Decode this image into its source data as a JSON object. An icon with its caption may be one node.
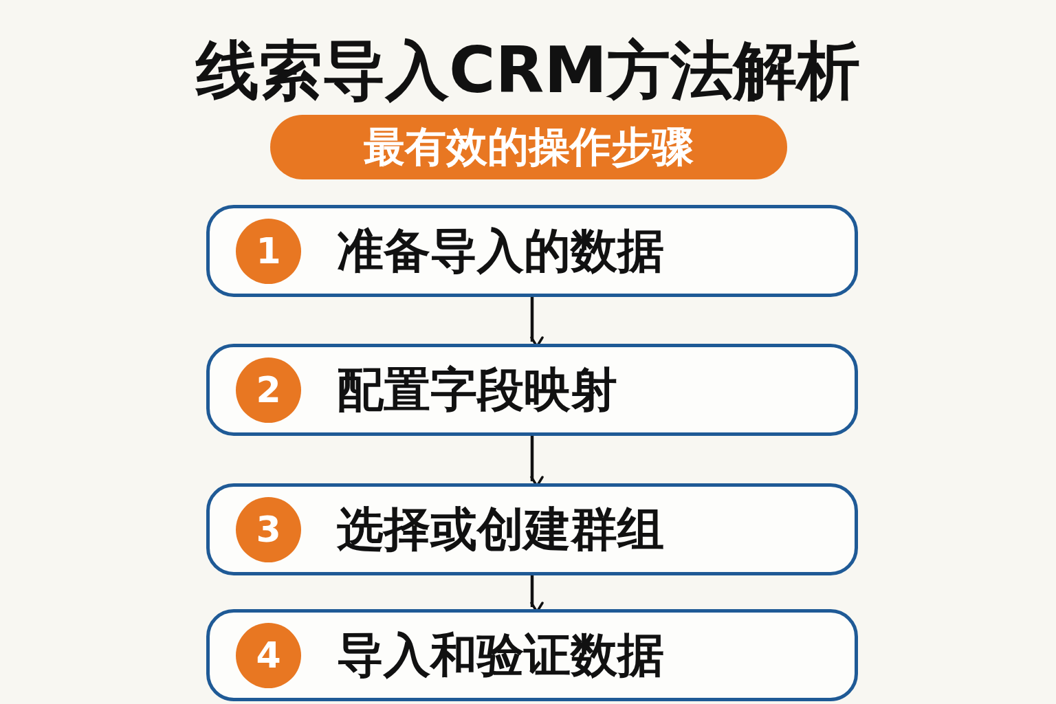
{
  "diagram": {
    "title": "线索导入CRM方法解析",
    "nodes": [
      {
        "text": [
          "最有效的操作步骤"
        ]
      },
      {
        "text": [
          "准备导入的数据"
        ]
      },
      {
        "text": [
          "1"
        ],
        "in": 1
      },
      {
        "text": [
          "配置字段映射"
        ]
      },
      {
        "text": [
          "2"
        ],
        "in": 3
      },
      {
        "text": [
          "选择或创建群组"
        ]
      },
      {
        "text": [
          "3"
        ],
        "in": 5
      },
      {
        "text": [
          "导入和验证数据"
        ]
      },
      {
        "text": [
          "4"
        ],
        "in": 7
      }
    ],
    "edges": [
      {
        "from": 1,
        "to": 3,
        "arrow": "to"
      },
      {
        "from": 3,
        "to": 5,
        "arrow": "to"
      },
      {
        "from": 5,
        "to": 7,
        "arrow": "to"
      }
    ]
  }
}
